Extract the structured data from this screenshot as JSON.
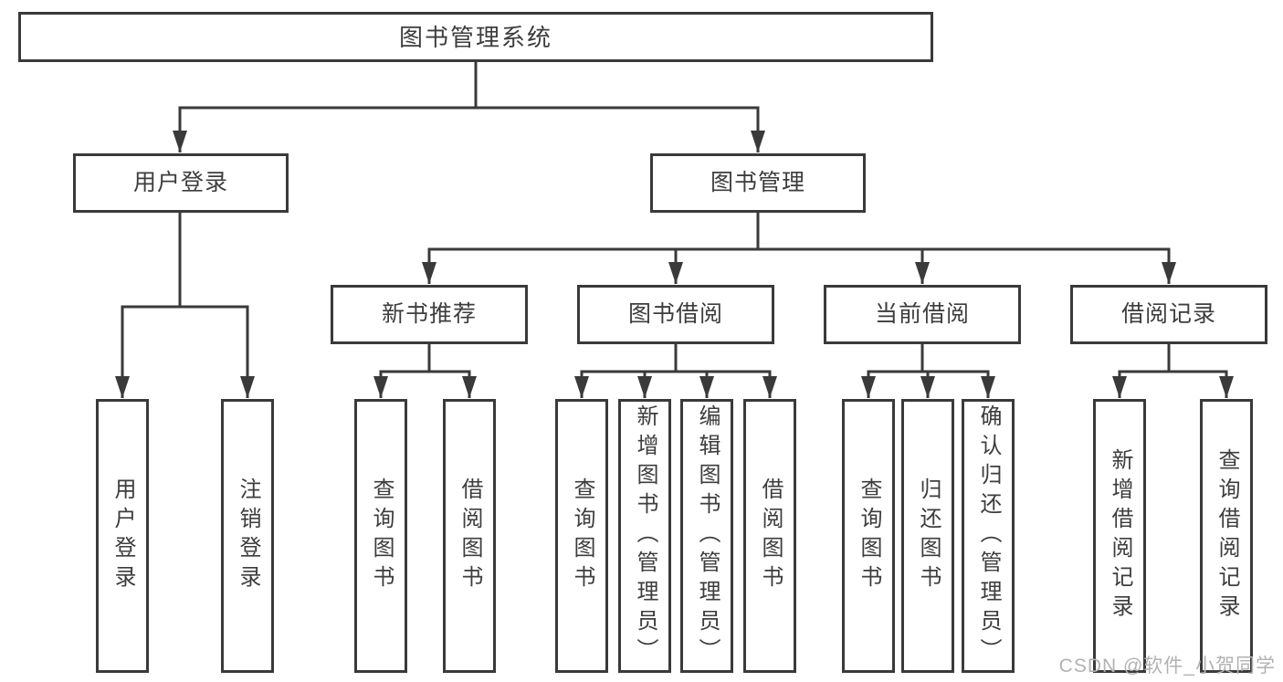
{
  "diagram": {
    "title": "图书管理系统",
    "tree": {
      "label": "图书管理系统",
      "children": [
        {
          "label": "用户登录",
          "children": [
            {
              "label": "用户登录"
            },
            {
              "label": "注销登录"
            }
          ]
        },
        {
          "label": "图书管理",
          "children": [
            {
              "label": "新书推荐",
              "children": [
                {
                  "label": "查询图书"
                },
                {
                  "label": "借阅图书"
                }
              ]
            },
            {
              "label": "图书借阅",
              "children": [
                {
                  "label": "查询图书"
                },
                {
                  "label": "新增图书（管理员）"
                },
                {
                  "label": "编辑图书（管理员）"
                },
                {
                  "label": "借阅图书"
                }
              ]
            },
            {
              "label": "当前借阅",
              "children": [
                {
                  "label": "查询图书"
                },
                {
                  "label": "归还图书"
                },
                {
                  "label": "确认归还（管理员）"
                }
              ]
            },
            {
              "label": "借阅记录",
              "children": [
                {
                  "label": "新增借阅记录"
                },
                {
                  "label": "查询借阅记录"
                }
              ]
            }
          ]
        }
      ]
    },
    "colors": {
      "line": "#3a3a3a",
      "box_border": "#3a3a3a",
      "box_background": "#ffffff",
      "text": "#3d3d3d",
      "watermark": "#b2b2b2"
    }
  },
  "watermark": {
    "text": "CSDN @软件_小贺同学"
  }
}
